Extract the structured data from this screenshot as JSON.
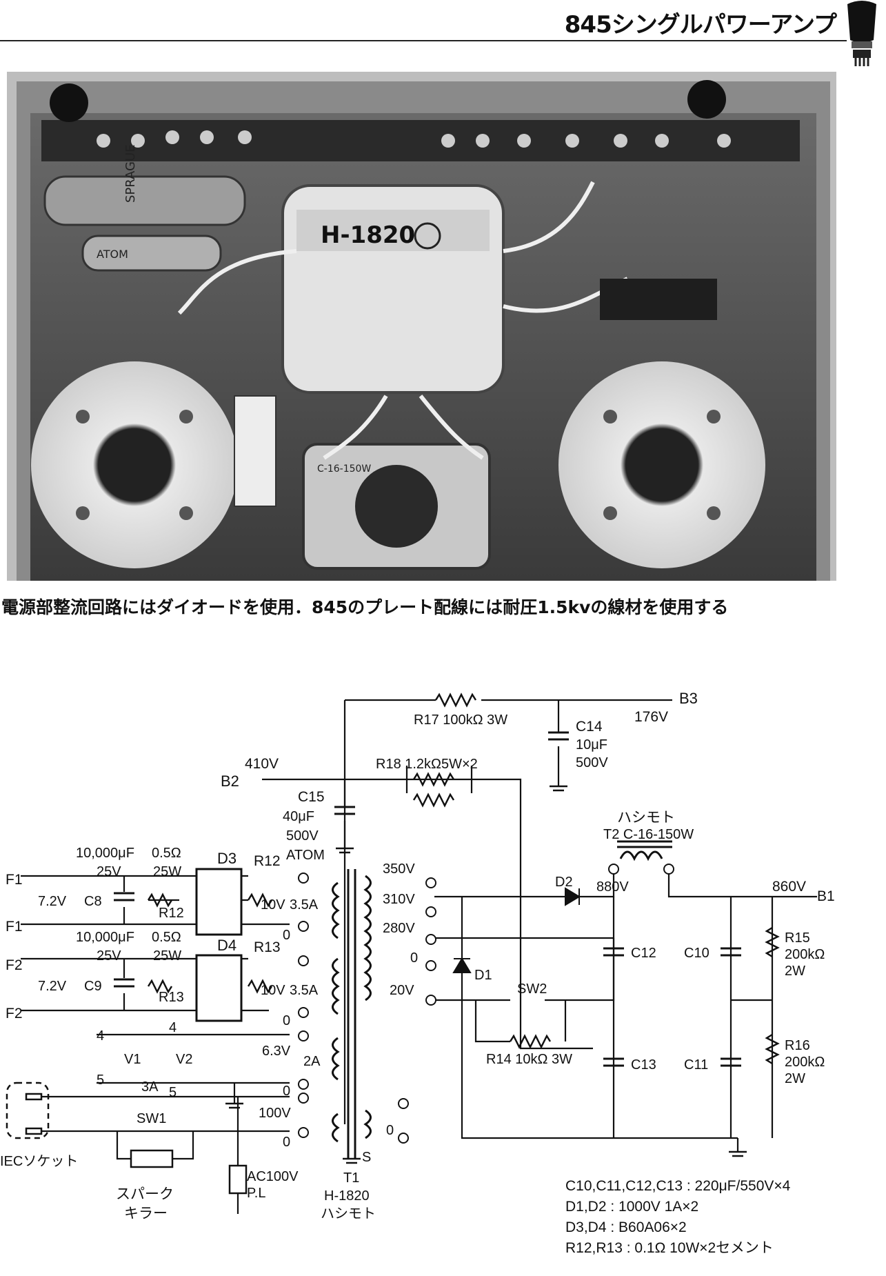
{
  "header": {
    "title": "845シングルパワーアンプ"
  },
  "photo": {
    "transformer_label": "H-1820",
    "cap_label_1": "SPRAGUE",
    "cap_label_2": "ATOM",
    "choke_label": "C-16-150W"
  },
  "caption": {
    "text": "電源部整流回路にはダイオードを使用．845のプレート配線には耐圧1.5kvの線材を使用する"
  },
  "schematic": {
    "b3_label": "B3",
    "b3_voltage": "176V",
    "r17_label": "R17 100kΩ 3W",
    "c14_name": "C14",
    "c14_cap": "10μF",
    "c14_volt": "500V",
    "b2_label": "B2",
    "b2_voltage": "410V",
    "r18_label": "R18 1.2kΩ5W×2",
    "c15_name": "C15",
    "c15_cap": "40μF",
    "c15_volt": "500V",
    "c15_brand": "ATOM",
    "f1_top": "F1",
    "f1_bottom": "F1",
    "f1_voltage": "7.2V",
    "c8_label": "C8",
    "f1_cap_top": "10,000μF",
    "f1_volt_top": "25V",
    "f1_res_top": "0.5Ω",
    "f1_watt_top": "25W",
    "r12_name_left": "R12",
    "d3_label": "D3",
    "r12_label": "R12",
    "f2_top": "F2",
    "f2_bottom": "F2",
    "f2_voltage": "7.2V",
    "c9_label": "C9",
    "f2_cap_top": "10,000μF",
    "f2_volt_top": "25V",
    "f2_res_top": "0.5Ω",
    "f2_watt_top": "25W",
    "r13_name_left": "R13",
    "d4_label": "D4",
    "r13_label": "R13",
    "tap_10v_1": "10V",
    "tap_35a_1": "3.5A",
    "tap_0_1": "0",
    "tap_10v_2": "10V",
    "tap_35a_2": "3.5A",
    "tap_0_2": "0",
    "heater_63v": "6.3V",
    "heater_2a": "2A",
    "heater_0": "0",
    "v1_label": "V1",
    "v2_label": "V2",
    "pin4_a": "4",
    "pin5_a": "5",
    "pin4_b": "4",
    "pin5_b": "5",
    "fuse_label": "3A",
    "sw1_label": "SW1",
    "primary_100v": "100V",
    "primary_0": "0",
    "iec_label": "IECソケット",
    "spark_label_1": "スパーク",
    "spark_label_2": "キラー",
    "ac_label": "AC100V",
    "pl_label": "P.L",
    "t1_label": "T1",
    "t1_model": "H-1820",
    "t1_maker": "ハシモト",
    "shield_label": "S",
    "sec_350v": "350V",
    "sec_310v": "310V",
    "sec_280v": "280V",
    "sec_0": "0",
    "sec_20v": "20V",
    "aux_0": "0",
    "d1_label": "D1",
    "d2_label": "D2",
    "sw2_label": "SW2",
    "r14_label": "R14 10kΩ 3W",
    "v880": "880V",
    "choke_maker": "ハシモト",
    "choke_label": "T2 C-16-150W",
    "c12_label": "C12",
    "c13_label": "C13",
    "c10_label": "C10",
    "c11_label": "C11",
    "b1_voltage": "860V",
    "b1_label": "B1",
    "r15_name": "R15",
    "r15_value": "200kΩ",
    "r15_watt": "2W",
    "r16_name": "R16",
    "r16_value": "200kΩ",
    "r16_watt": "2W",
    "notes": [
      "C10,C11,C12,C13 : 220μF/550V×4",
      "D1,D2 : 1000V 1A×2",
      "D3,D4 : B60A06×2",
      "R12,R13 : 0.1Ω 10W×2セメント"
    ]
  }
}
